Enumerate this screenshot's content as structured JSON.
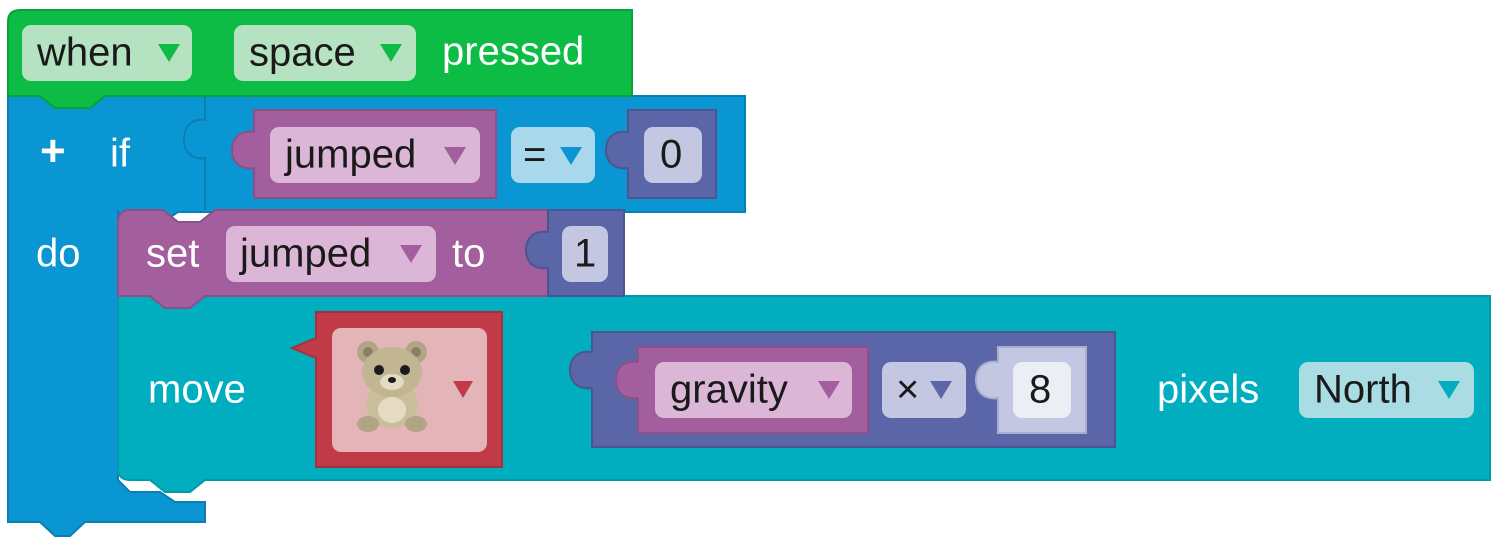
{
  "event_block": {
    "keyword": "when",
    "key_value": "space",
    "label": "pressed"
  },
  "if_block": {
    "mutator_symbol": "+",
    "if_label": "if",
    "do_label": "do",
    "condition": {
      "variable": "jumped",
      "operator": "=",
      "value": "0"
    }
  },
  "set_block": {
    "label_set": "set",
    "variable": "jumped",
    "label_to": "to",
    "value": "1"
  },
  "move_block": {
    "label_move": "move",
    "sprite_icon": "teddy-bear-icon",
    "expression": {
      "variable": "gravity",
      "operator": "×",
      "value": "8"
    },
    "label_pixels": "pixels",
    "direction": "North"
  },
  "dropdown_arrow_icon": "triangle-down-icon",
  "colors": {
    "event": "#0cbc44",
    "control": "#0a96d2",
    "variable": "#a35f9d",
    "math": "#5b66a8",
    "motion": "#00aec0",
    "sprite": "#c13a47"
  }
}
